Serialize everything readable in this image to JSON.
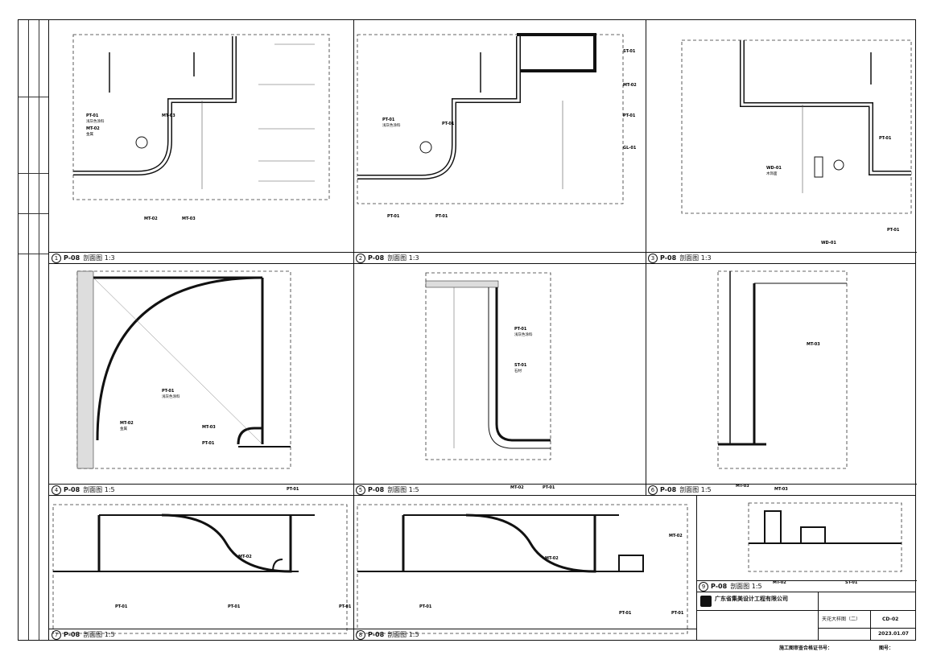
{
  "sheet": {
    "title_block": {
      "company": "广东省集美设计工程有限公司",
      "drawing_name": "天花大样图（二）",
      "drawing_number": "CD-02",
      "date": "2023.01.07"
    },
    "footer": {
      "stamp_label": "施工图审查合格证书号：",
      "page_label": "图号："
    }
  },
  "panels": [
    {
      "num": "1",
      "ref": "P-08",
      "name": "剖面图",
      "scale": "1:3"
    },
    {
      "num": "2",
      "ref": "P-08",
      "name": "剖面图",
      "scale": "1:3"
    },
    {
      "num": "3",
      "ref": "P-08",
      "name": "剖面图",
      "scale": "1:3"
    },
    {
      "num": "4",
      "ref": "P-08",
      "name": "剖面图",
      "scale": "1:5"
    },
    {
      "num": "5",
      "ref": "P-08",
      "name": "剖面图",
      "scale": "1:5"
    },
    {
      "num": "6",
      "ref": "P-08",
      "name": "剖面图",
      "scale": "1:5"
    },
    {
      "num": "7",
      "ref": "P-08",
      "name": "剖面图",
      "scale": "1:5"
    },
    {
      "num": "8",
      "ref": "P-08",
      "name": "剖面图",
      "scale": "1:5"
    },
    {
      "num": "9",
      "ref": "P-08",
      "name": "剖面图",
      "scale": "1:5"
    }
  ],
  "material_tags": {
    "pt01": "PT-01",
    "pt01_desc": "浅灰色涂料",
    "mt02": "MT-02",
    "mt02_desc": "金属",
    "mt03": "MT-03",
    "st01": "ST-01",
    "st01_desc": "石材",
    "wd01": "WD-01",
    "wd01_desc": "木饰面",
    "gl01": "GL-01"
  }
}
